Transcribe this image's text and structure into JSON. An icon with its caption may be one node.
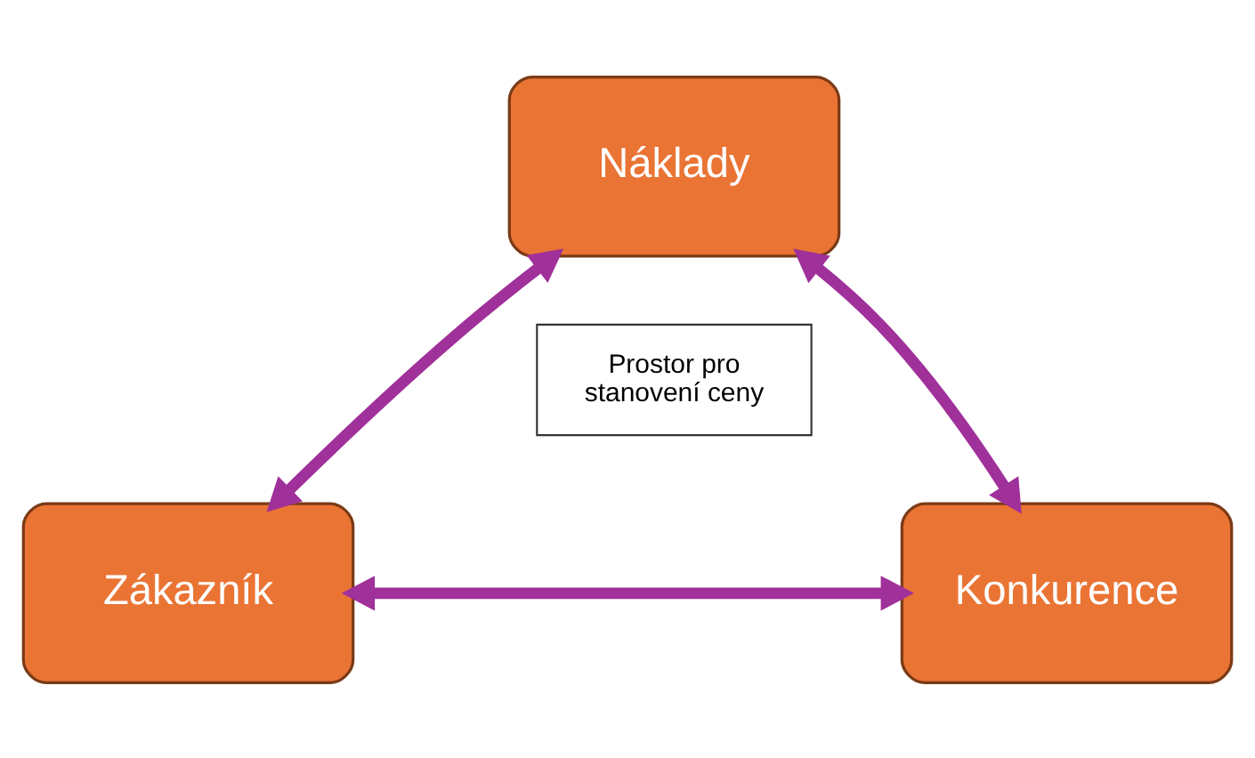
{
  "diagram": {
    "nodes": [
      {
        "text": [
          "Náklady"
        ]
      },
      {
        "text": [
          "Prostor pro stanovení ceny"
        ]
      },
      {
        "text": [
          "Zákazník"
        ]
      },
      {
        "text": [
          "Konkurence"
        ]
      }
    ],
    "edges": [
      {
        "from": 2,
        "to": 0,
        "arrow": "both"
      },
      {
        "from": 0,
        "to": 3,
        "arrow": "both"
      },
      {
        "from": 2,
        "to": 3,
        "arrow": "both"
      }
    ]
  }
}
